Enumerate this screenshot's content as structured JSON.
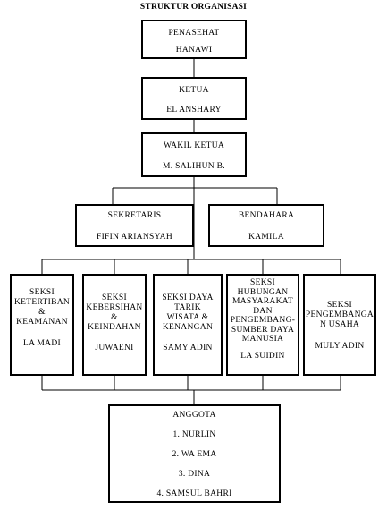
{
  "title": "STRUKTUR ORGANISASI",
  "penasehat": {
    "role": "PENASEHAT",
    "name": "HANAWI"
  },
  "ketua": {
    "role": "KETUA",
    "name": "EL ANSHARY"
  },
  "wakil_ketua": {
    "role": "WAKIL KETUA",
    "name": "M. SALIHUN B."
  },
  "sekretaris": {
    "role": "SEKRETARIS",
    "name": "FIFIN ARIANSYAH"
  },
  "bendahara": {
    "role": "BENDAHARA",
    "name": "KAMILA"
  },
  "seksi": [
    {
      "title": "SEKSI\nKETERTIBAN\n&\nKEAMANAN",
      "name": "LA MADI"
    },
    {
      "title": "SEKSI\nKEBERSIHAN\n&\nKEINDAHAN",
      "name": "JUWAENI"
    },
    {
      "title": "SEKSI DAYA\nTARIK\nWISATA &\nKENANGAN",
      "name": "SAMY ADIN"
    },
    {
      "title": "SEKSI\nHUBUNGAN\nMASYARAKAT\nDAN\nPENGEMBANG-\nSUMBER DAYA\nMANUSIA",
      "name": "LA SUIDIN"
    },
    {
      "title": "SEKSI\nPENGEMBANGA\nN USAHA",
      "name": "MULY ADIN"
    }
  ],
  "anggota": {
    "label": "ANGGOTA",
    "members": [
      "1. NURLIN",
      "2. WA EMA",
      "3. DINA",
      "4. SAMSUL BAHRI"
    ]
  }
}
